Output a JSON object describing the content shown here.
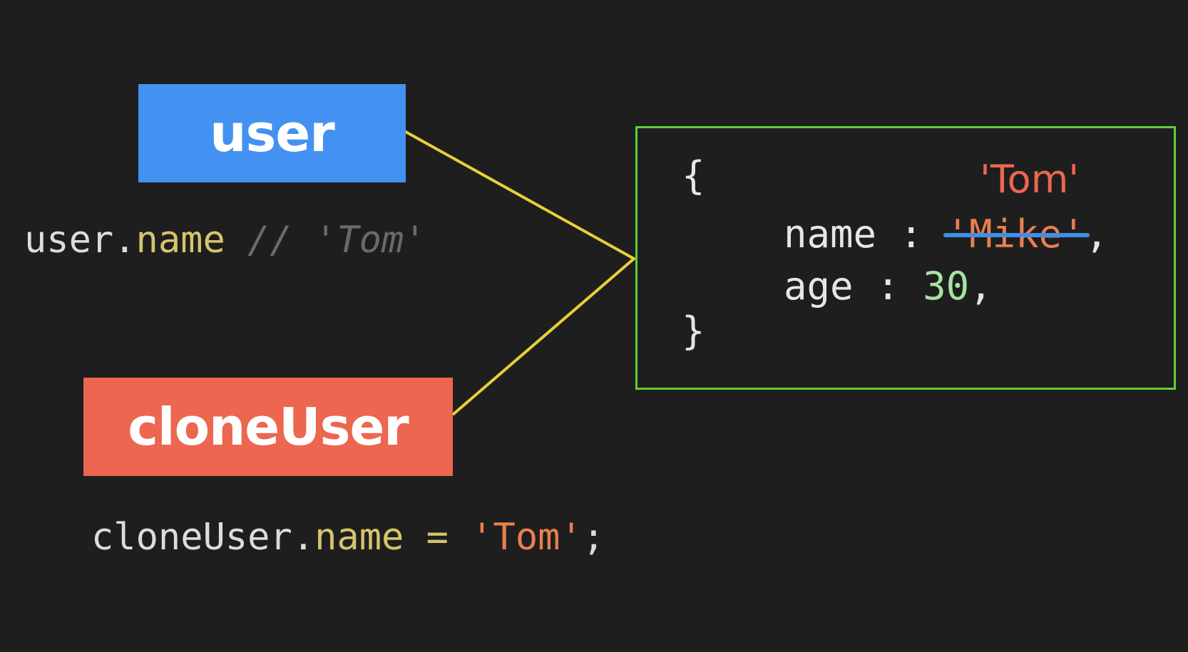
{
  "boxes": {
    "user_label": "user",
    "clone_label": "cloneUser"
  },
  "code": {
    "line1": {
      "obj": "user",
      "dot": ".",
      "prop": "name",
      "comment": " // 'Tom'"
    },
    "line2": {
      "obj": "cloneUser",
      "dot": ".",
      "prop": "name",
      "op": " = ",
      "str": "'Tom'",
      "end": ";"
    }
  },
  "object": {
    "open_brace": "{",
    "close_brace": "}",
    "name_key": "name : ",
    "old_value": "'Mike'",
    "name_comma": ",",
    "new_value": "'Tom'",
    "age_key": "age : ",
    "age_value": "30",
    "age_comma": ","
  },
  "colors": {
    "background": "#1e1e1e",
    "user_box": "#4392f1",
    "clone_box": "#ec6650",
    "object_border": "#5fcf3a",
    "connector": "#e8cf3a",
    "strike": "#3f8ee8"
  }
}
